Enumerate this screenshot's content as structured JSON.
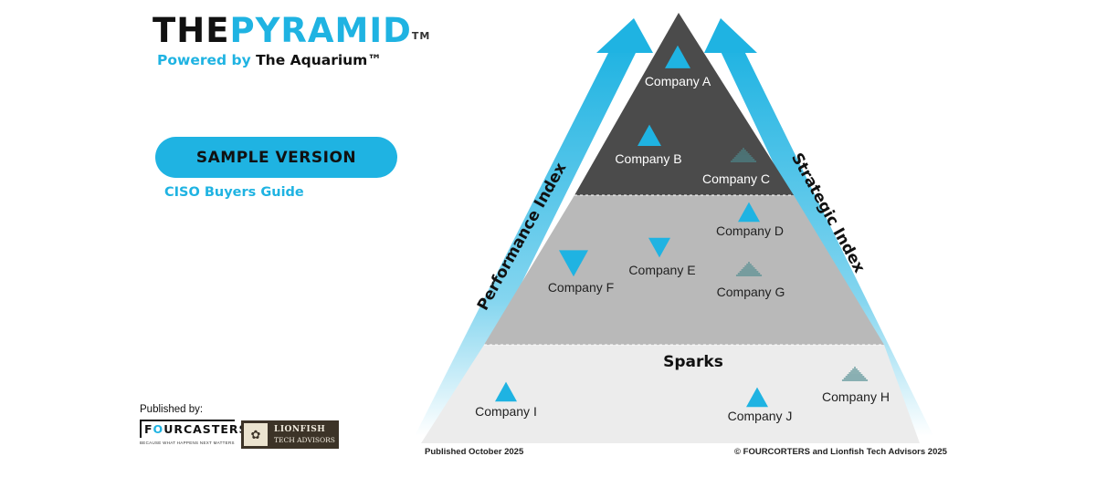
{
  "brand": {
    "title_part1": "THE",
    "title_part2": "PYRAMID",
    "trademark": "TM",
    "subtitle_part1": "Powered by",
    "subtitle_part2": "The Aquarium™"
  },
  "sample_button": {
    "label": "SAMPLE VERSION"
  },
  "guide_title": "CISO Buyers Guide",
  "publishers": {
    "label": "Published by:",
    "fourcasters": {
      "name_part1": "F",
      "name_o": "O",
      "name_part2": "URCASTERS",
      "tagline": "BECAUSE WHAT HAPPENS NEXT MATTERS"
    },
    "lionfish": {
      "line1": "LIONFISH",
      "line2": "TECH ADVISORS"
    }
  },
  "footer": {
    "published": "Published October 2025",
    "copyright": "© FOURCORTERS and Lionfish Tech Advisors 2025"
  },
  "pyramid": {
    "left_arrow_label": "Performance Index",
    "right_arrow_label": "Strategic Index",
    "sparks_label": "Sparks",
    "colors": {
      "top_tier": "#4b4b4b",
      "middle_tier": "#b9b9b9",
      "bottom_tier": "#ececec",
      "accent": "#1fb3e2",
      "striped": "#4e8a8e"
    },
    "companies": [
      {
        "name": "Company A",
        "tier": "top",
        "marker": "up"
      },
      {
        "name": "Company B",
        "tier": "top",
        "marker": "up"
      },
      {
        "name": "Company C",
        "tier": "top",
        "marker": "striped"
      },
      {
        "name": "Company D",
        "tier": "middle",
        "marker": "up"
      },
      {
        "name": "Company E",
        "tier": "middle",
        "marker": "down"
      },
      {
        "name": "Company F",
        "tier": "middle",
        "marker": "down"
      },
      {
        "name": "Company G",
        "tier": "middle",
        "marker": "striped"
      },
      {
        "name": "Company H",
        "tier": "sparks",
        "marker": "striped"
      },
      {
        "name": "Company I",
        "tier": "sparks",
        "marker": "up"
      },
      {
        "name": "Company J",
        "tier": "sparks",
        "marker": "up"
      }
    ]
  }
}
